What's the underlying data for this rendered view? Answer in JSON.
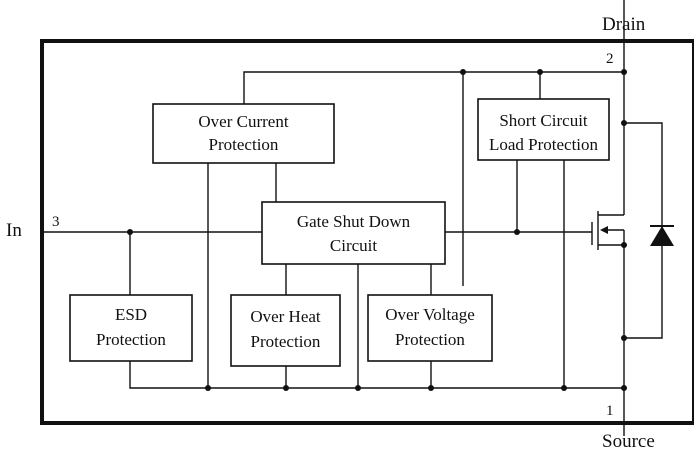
{
  "terminals": {
    "drain": "Drain",
    "source": "Source",
    "in": "In"
  },
  "pins": {
    "drain": "2",
    "source": "1",
    "in": "3"
  },
  "blocks": {
    "over_current": [
      "Over Current",
      "Protection"
    ],
    "short_circuit": [
      "Short Circuit",
      "Load Protection"
    ],
    "gate_shut_down": [
      "Gate Shut Down",
      "Circuit"
    ],
    "esd": [
      "ESD",
      "Protection"
    ],
    "over_heat": [
      "Over Heat",
      "Protection"
    ],
    "over_voltage": [
      "Over Voltage",
      "Protection"
    ]
  }
}
